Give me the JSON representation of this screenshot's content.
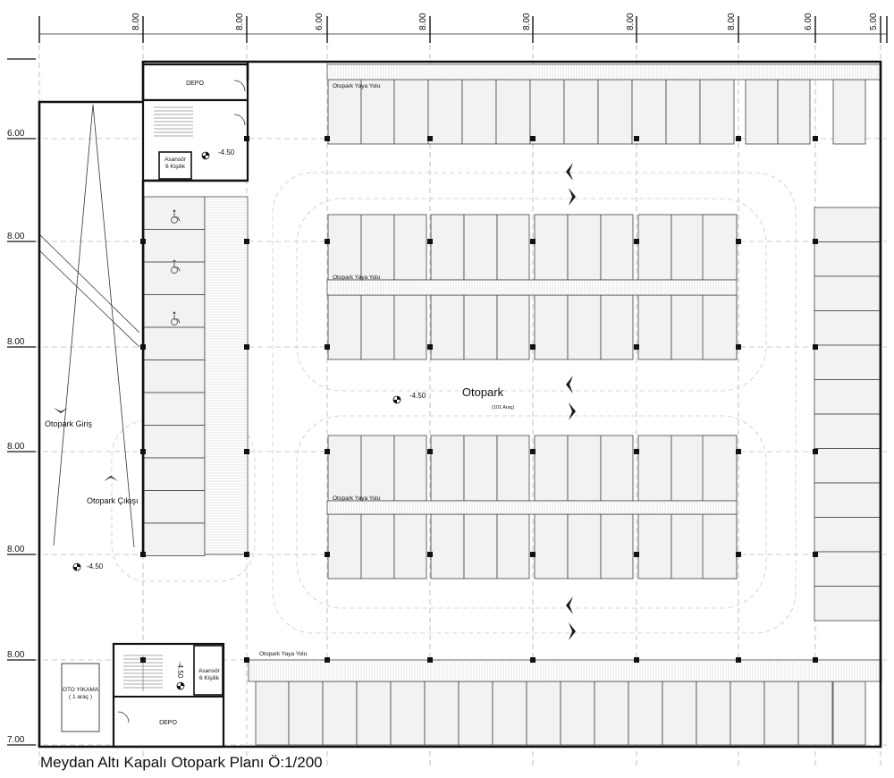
{
  "caption": "Meydan Altı Kapalı Otopark Planı Ö:1/200",
  "top_dimensions": [
    "8.00",
    "8.00",
    "6.00",
    "8.00",
    "8.00",
    "8.00",
    "8.00",
    "6.00",
    "5.00"
  ],
  "left_dimensions": [
    "6.00",
    "8.00",
    "8.00",
    "8.00",
    "8.00",
    "8.00",
    "7.00"
  ],
  "labels": {
    "depo_top": "DEPO",
    "depo_bottom": "DEPO",
    "elevator_top": "Asansör\n6 Kişilik",
    "elevator_bottom": "Asansör\n6 Kişilik",
    "walkway": "Otopark Yaya Yolu",
    "parking_title": "Otopark",
    "parking_capacity": "(101 Araç)",
    "entrance": "Otopark Giriş",
    "exit": "Otopark Çıkışı",
    "car_wash": "OTO YIKAMA\n( 1 araç )",
    "level": "-4.50"
  },
  "icons": {
    "accessible": "wheelchair-icon",
    "direction": "chevron-arrow-icon",
    "level_marker": "elevation-marker-icon"
  }
}
